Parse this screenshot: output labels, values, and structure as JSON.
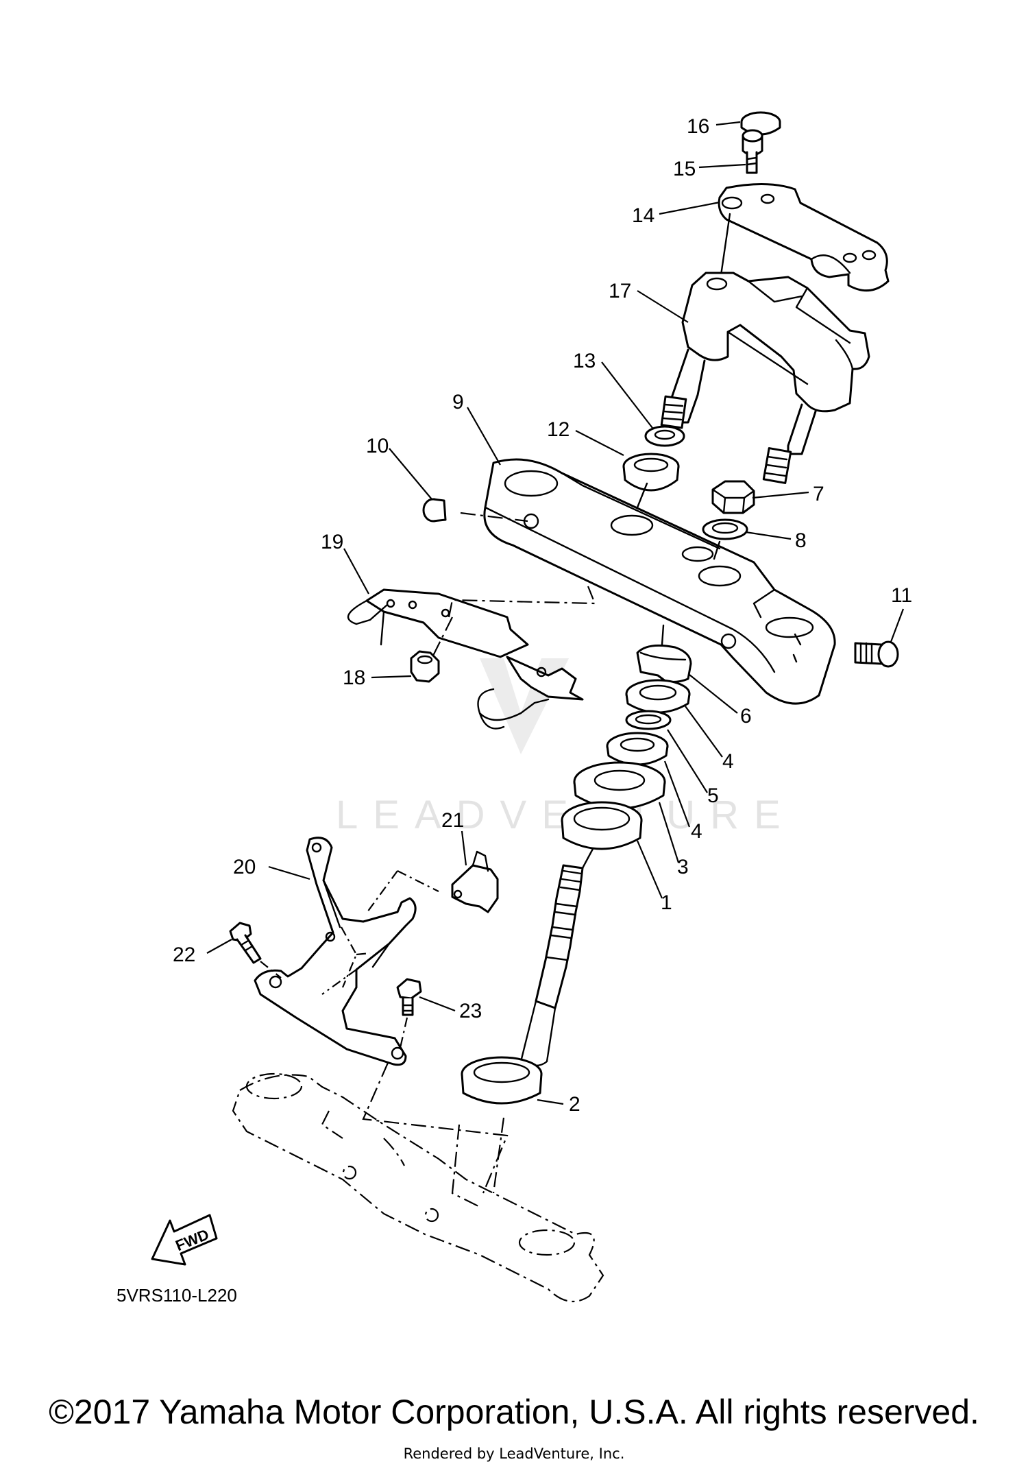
{
  "diagram": {
    "code": "5VRS110-L220",
    "fwd_label": "FWD",
    "watermark": "LEADVENTURE",
    "callouts": [
      "16",
      "15",
      "14",
      "17",
      "13",
      "9",
      "12",
      "10",
      "7",
      "8",
      "19",
      "11",
      "18",
      "6",
      "4",
      "5",
      "4",
      "3",
      "21",
      "20",
      "1",
      "22",
      "23",
      "2"
    ]
  },
  "footer": {
    "copyright": "©2017 Yamaha Motor Corporation, U.S.A. All rights reserved.",
    "rendered_by": "Rendered by LeadVenture, Inc."
  }
}
